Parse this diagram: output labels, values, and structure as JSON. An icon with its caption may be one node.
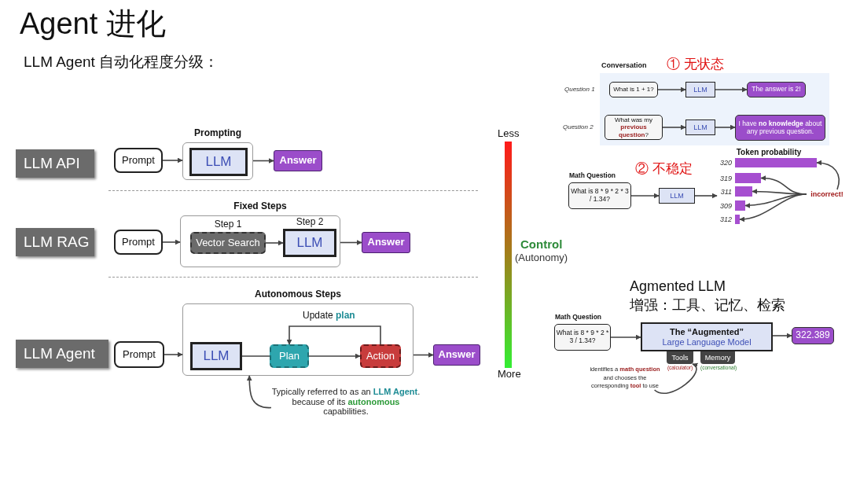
{
  "diagram": {
    "title": "Agent 进化",
    "nodes": [
      {
        "text": [
          "LLM API"
        ]
      },
      {
        "text": [
          "Prompt"
        ]
      },
      {
        "text": [
          "Prompting"
        ]
      },
      {
        "text": [
          "LLM"
        ],
        "in": 2
      },
      {
        "text": [
          "Answer"
        ]
      },
      {
        "text": [
          "LLM RAG"
        ]
      },
      {
        "text": [
          "Prompt"
        ]
      },
      {
        "text": [
          "Fixed Steps"
        ]
      },
      {
        "text": [
          "Vector Search"
        ],
        "in": 7,
        "beside": [
          "Step 1"
        ]
      },
      {
        "text": [
          "LLM"
        ],
        "in": 7,
        "beside": [
          "Step 2"
        ]
      },
      {
        "text": [
          "Answer"
        ]
      },
      {
        "text": [
          "LLM Agent"
        ]
      },
      {
        "text": [
          "Prompt"
        ]
      },
      {
        "text": [
          "Autonomous Steps"
        ]
      },
      {
        "text": [
          "LLM"
        ],
        "in": 13
      },
      {
        "text": [
          "Plan"
        ],
        "in": 13
      },
      {
        "text": [
          "Action"
        ],
        "in": 13
      },
      {
        "text": [
          "Answer"
        ]
      },
      {
        "text": [
          "Typically referred to as an **LLM Agent**. because of its **autonomous** capabilities."
        ]
      },
      {
        "text": [
          "Conversation"
        ]
      },
      {
        "text": [
          "What is 1 + 1?"
        ],
        "in": 19,
        "beside": [
          "Question 1"
        ]
      },
      {
        "text": [
          "LLM"
        ],
        "in": 19
      },
      {
        "text": [
          "The answer is 2!"
        ],
        "in": 19
      },
      {
        "text": [
          "What was my **previous question**?"
        ],
        "in": 19,
        "beside": [
          "Question 2"
        ]
      },
      {
        "text": [
          "LLM"
        ],
        "in": 19
      },
      {
        "text": [
          "I have **no knowledge** about any previous question."
        ],
        "in": 19
      },
      {
        "text": [
          "Math Question",
          "What is 8 * 9 * 2 * 3 / 1.34?"
        ]
      },
      {
        "text": [
          "LLM"
        ]
      },
      {
        "text": [
          "Token probability"
        ]
      },
      {
        "text": [
          "incorrect!"
        ]
      },
      {
        "text": [],
        "shape": "bar",
        "in": 28,
        "beside": [
          "320"
        ]
      },
      {
        "text": [],
        "shape": "bar",
        "in": 28,
        "beside": [
          "319"
        ]
      },
      {
        "text": [],
        "shape": "bar",
        "in": 28,
        "beside": [
          "311"
        ]
      },
      {
        "text": [],
        "shape": "bar",
        "in": 28,
        "beside": [
          "309"
        ]
      },
      {
        "text": [],
        "shape": "bar",
        "in": 28,
        "beside": [
          "312"
        ]
      },
      {
        "text": [
          "Math Question",
          "What is 8 * 9 * 2 * 3 / 1.34?"
        ]
      },
      {
        "text": [
          "The “Augmented”",
          "Large Language Model"
        ]
      },
      {
        "text": [
          "Tools"
        ],
        "beside": [
          "(calculator)"
        ]
      },
      {
        "text": [
          "Memory"
        ],
        "beside": [
          "(conversational)"
        ]
      },
      {
        "text": [
          "322.389"
        ]
      },
      {
        "text": [
          "identifies a **math question** and chooses the corresponding **tool** to use"
        ]
      }
    ],
    "edges": [
      {
        "from": 1,
        "to": 2,
        "arrow": "to"
      },
      {
        "from": 2,
        "to": 4,
        "arrow": "to"
      },
      {
        "from": 6,
        "to": 7,
        "arrow": "to"
      },
      {
        "from": 8,
        "to": 9,
        "arrow": "to"
      },
      {
        "from": 7,
        "to": 10,
        "arrow": "to"
      },
      {
        "from": 12,
        "to": 13,
        "arrow": "to"
      },
      {
        "from": 14,
        "to": 15,
        "arrow": "none"
      },
      {
        "from": 15,
        "to": 16,
        "arrow": "to"
      },
      {
        "from": 16,
        "to": 15,
        "arrow": "to",
        "label": "Update **plan**"
      },
      {
        "from": 13,
        "to": 17,
        "arrow": "to"
      },
      {
        "from": 18,
        "to": 13,
        "arrow": "to"
      },
      {
        "from": 20,
        "to": 21,
        "arrow": "to"
      },
      {
        "from": 21,
        "to": 22,
        "arrow": "to"
      },
      {
        "from": 23,
        "to": 24,
        "arrow": "to"
      },
      {
        "from": 24,
        "to": 25,
        "arrow": "to"
      },
      {
        "from": 26,
        "to": 27,
        "arrow": "to"
      },
      {
        "from": 27,
        "to": 28,
        "arrow": "to"
      },
      {
        "from": 29,
        "to": 30,
        "arrow": "to"
      },
      {
        "from": 29,
        "to": 31,
        "arrow": "to"
      },
      {
        "from": 29,
        "to": 32,
        "arrow": "to"
      },
      {
        "from": 29,
        "to": 33,
        "arrow": "to"
      },
      {
        "from": 29,
        "to": 34,
        "arrow": "to"
      },
      {
        "from": 35,
        "to": 36,
        "arrow": "to"
      },
      {
        "from": 36,
        "to": 39,
        "arrow": "to"
      },
      {
        "from": 40,
        "to": 37,
        "arrow": "to"
      }
    ],
    "labels": [
      "LLM Agent 自动化程度分级：",
      "① 无状态",
      "Less",
      "② 不稳定",
      "Control",
      "(Autonomy)",
      "Agmented LLM",
      "增强：工具、记忆、检索",
      "More"
    ]
  }
}
